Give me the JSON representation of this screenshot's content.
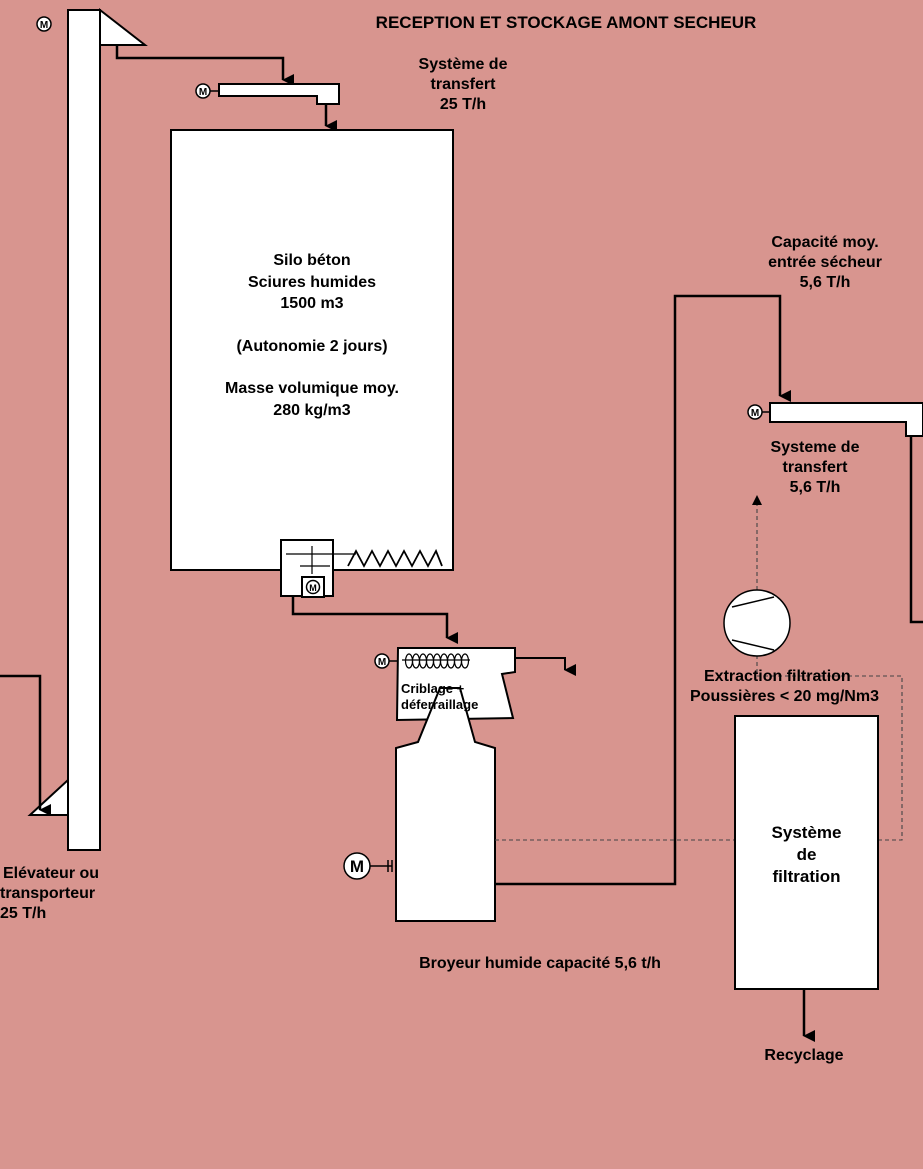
{
  "title": "RECEPTION ET STOCKAGE AMONT SECHEUR",
  "colors": {
    "background": "#d8958f",
    "equipment_fill": "#ffffff",
    "line": "#000000"
  },
  "motor_symbol": "M",
  "labels": {
    "transfer_top": [
      "Système de",
      "transfert",
      "25 T/h"
    ],
    "silo": [
      "Silo béton",
      "Sciures humides",
      "1500 m3",
      "",
      "(Autonomie 2 jours)",
      "",
      "Masse volumique moy.",
      "280 kg/m3"
    ],
    "dryer_capacity": [
      "Capacité moy.",
      "entrée sécheur",
      "5,6 T/h"
    ],
    "transfer_right": [
      "Systeme de",
      "transfert",
      "5,6 T/h"
    ],
    "screening": [
      "Criblage +",
      "déferraillage"
    ],
    "extraction": [
      "Extraction filtration",
      "Poussières < 20 mg/Nm3"
    ],
    "filtration": [
      "Système",
      "de",
      "filtration"
    ],
    "elevator": [
      "Elévateur ou",
      "transporteur",
      "25 T/h"
    ],
    "crusher": "Broyeur humide capacité 5,6 t/h",
    "recycling": "Recyclage"
  }
}
